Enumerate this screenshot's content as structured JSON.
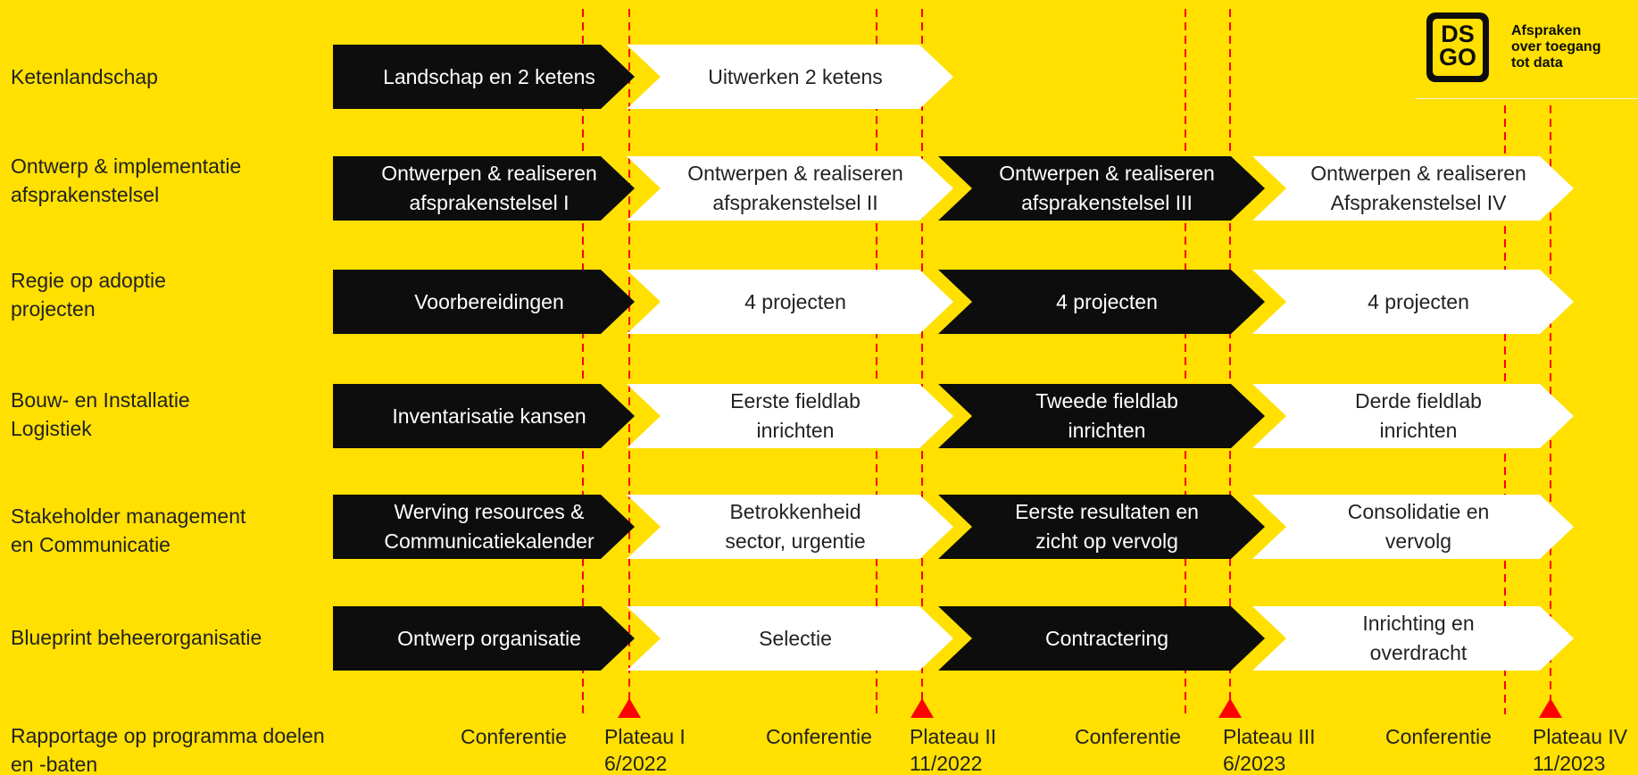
{
  "colors": {
    "background": "#FFE000",
    "dark_chevron": "#0d0d0d",
    "light_chevron": "#ffffff",
    "milestone_red": "#ff0000"
  },
  "logo": {
    "text": "DS\nGO",
    "tagline": "Afspraken\nover toegang\ntot data"
  },
  "rows": [
    {
      "label": "Ketenlandschap",
      "phases": [
        {
          "text": "Landschap en 2 ketens",
          "style": "dark"
        },
        {
          "text": "Uitwerken 2 ketens",
          "style": "light"
        }
      ]
    },
    {
      "label": "Ontwerp & implementatie\nafsprakenstelsel",
      "phases": [
        {
          "text": "Ontwerpen & realiseren\nafsprakenstelsel I",
          "style": "dark"
        },
        {
          "text": "Ontwerpen & realiseren\nafsprakenstelsel II",
          "style": "light"
        },
        {
          "text": "Ontwerpen & realiseren\nafsprakenstelsel III",
          "style": "dark"
        },
        {
          "text": "Ontwerpen & realiseren\nAfsprakenstelsel IV",
          "style": "light"
        }
      ]
    },
    {
      "label": "Regie op adoptie\nprojecten",
      "phases": [
        {
          "text": "Voorbereidingen",
          "style": "dark"
        },
        {
          "text": "4 projecten",
          "style": "light"
        },
        {
          "text": "4 projecten",
          "style": "dark"
        },
        {
          "text": "4 projecten",
          "style": "light"
        }
      ]
    },
    {
      "label": "Bouw- en Installatie\nLogistiek",
      "phases": [
        {
          "text": "Inventarisatie kansen",
          "style": "dark"
        },
        {
          "text": "Eerste fieldlab\ninrichten",
          "style": "light"
        },
        {
          "text": "Tweede fieldlab\ninrichten",
          "style": "dark"
        },
        {
          "text": "Derde fieldlab\ninrichten",
          "style": "light"
        }
      ]
    },
    {
      "label": "Stakeholder management\nen Communicatie",
      "phases": [
        {
          "text": "Werving resources &\nCommunicatiekalender",
          "style": "dark"
        },
        {
          "text": "Betrokkenheid\nsector, urgentie",
          "style": "light"
        },
        {
          "text": "Eerste resultaten en\nzicht op vervolg",
          "style": "dark"
        },
        {
          "text": "Consolidatie en\nvervolg",
          "style": "light"
        }
      ]
    },
    {
      "label": "Blueprint beheerorganisatie",
      "phases": [
        {
          "text": "Ontwerp organisatie",
          "style": "dark"
        },
        {
          "text": "Selectie",
          "style": "light"
        },
        {
          "text": "Contractering",
          "style": "dark"
        },
        {
          "text": "Inrichting en\noverdracht",
          "style": "light"
        }
      ]
    }
  ],
  "bottom_label": "Rapportage op programma doelen\nen -baten",
  "milestones": [
    {
      "label": "Conferentie",
      "kind": "conference"
    },
    {
      "label": "Plateau I\n6/2022",
      "kind": "plateau"
    },
    {
      "label": "Conferentie",
      "kind": "conference"
    },
    {
      "label": "Plateau II\n11/2022",
      "kind": "plateau"
    },
    {
      "label": "Conferentie",
      "kind": "conference"
    },
    {
      "label": "Plateau III\n6/2023",
      "kind": "plateau"
    },
    {
      "label": "Conferentie",
      "kind": "conference"
    },
    {
      "label": "Plateau IV\n11/2023",
      "kind": "plateau"
    }
  ]
}
